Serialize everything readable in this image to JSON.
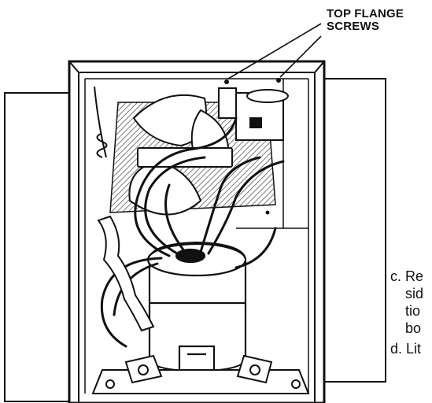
{
  "callout": {
    "line1": "TOP FLANGE",
    "line2": "SCREWS"
  },
  "steps": [
    {
      "lines": [
        "c. Re",
        "sid",
        "tio",
        "bo"
      ]
    },
    {
      "lines": [
        "d. Lit"
      ]
    }
  ],
  "colors": {
    "ink": "#111111",
    "paper": "#ffffff",
    "hatch": "#7a7a7a"
  }
}
